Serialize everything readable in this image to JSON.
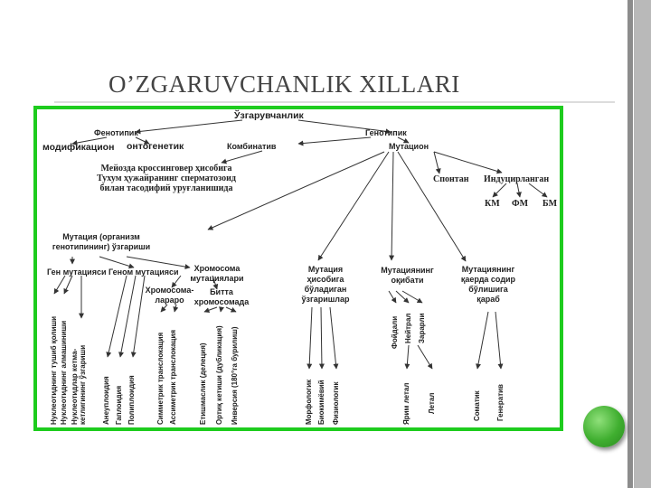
{
  "title": "O’ZGARUVCHANLIK XILLARI",
  "accent": "#1ecc1e",
  "nodes": {
    "root": "Ўзгарувчанлик",
    "phenotypic": "Фенотипик",
    "genotypic": "Генотипик",
    "modification": "модификацион",
    "ontogenetic": "онтогенетик",
    "combinative": "Комбинатив",
    "mutational": "Мутацион",
    "meiosis_note": "Мейозда кроссинговер ҳисобига\nТухум ҳужайранинг сперматозоид\nбилан тасодифий уруғланишида",
    "spontaneous": "Спонтан",
    "induced": "Индуцирланган",
    "km": "КМ",
    "fm": "ФМ",
    "bm": "БМ",
    "mutation_by_genotype": "Мутация (организм\nгенотипининг) ўзгариши",
    "gene_mutations": "Ген мутацияси",
    "genome_mutations": "Геном мутацияси",
    "chromosome_mutations": "Хромосома\nмутациялари",
    "interchromosomal": "Хромосома-\nлараро",
    "intrachromosomal": "Битта\nхромосомада",
    "mutation_by_change": "Мутация\nҳисобига\nбўладиган\nўзгаришлар",
    "mutation_result": "Мутациянинг\nоқибати",
    "mutation_location": "Мутациянинг\nқаерда содир\nбўлишига\nқараб",
    "nucleotide_drop": "Нуклеотиднинг тушиб қолиши",
    "nucleotide_replace": "Нуклеотиднинг алмашиниши",
    "nucleotide_order": "Нуклеотидлар кетма-\nкетлигининг ўзгариши",
    "aneuploidy": "Анеуплоидия",
    "haploidy": "Гаплоидия",
    "polyploidy": "Полиплоидия",
    "sym_translocation": "Симметрик транслокация",
    "asym_translocation": "Ассиметрик транслокация",
    "deletion": "Етишмаслик (делеция)",
    "duplication": "Ортиқ кетиши (дубликация)",
    "inversion": "Инверсия (180°га бурилиш)",
    "morphological": "Морфологик",
    "biochemical": "Биокимёвий",
    "physiological": "Физиологик",
    "beneficial": "Фойдали",
    "neutral": "Нейтрал",
    "harmful": "Зарарли",
    "semi_lethal": "Ярим летал",
    "lethal": "Летал",
    "somatic": "Соматик",
    "generative": "Генератив"
  }
}
